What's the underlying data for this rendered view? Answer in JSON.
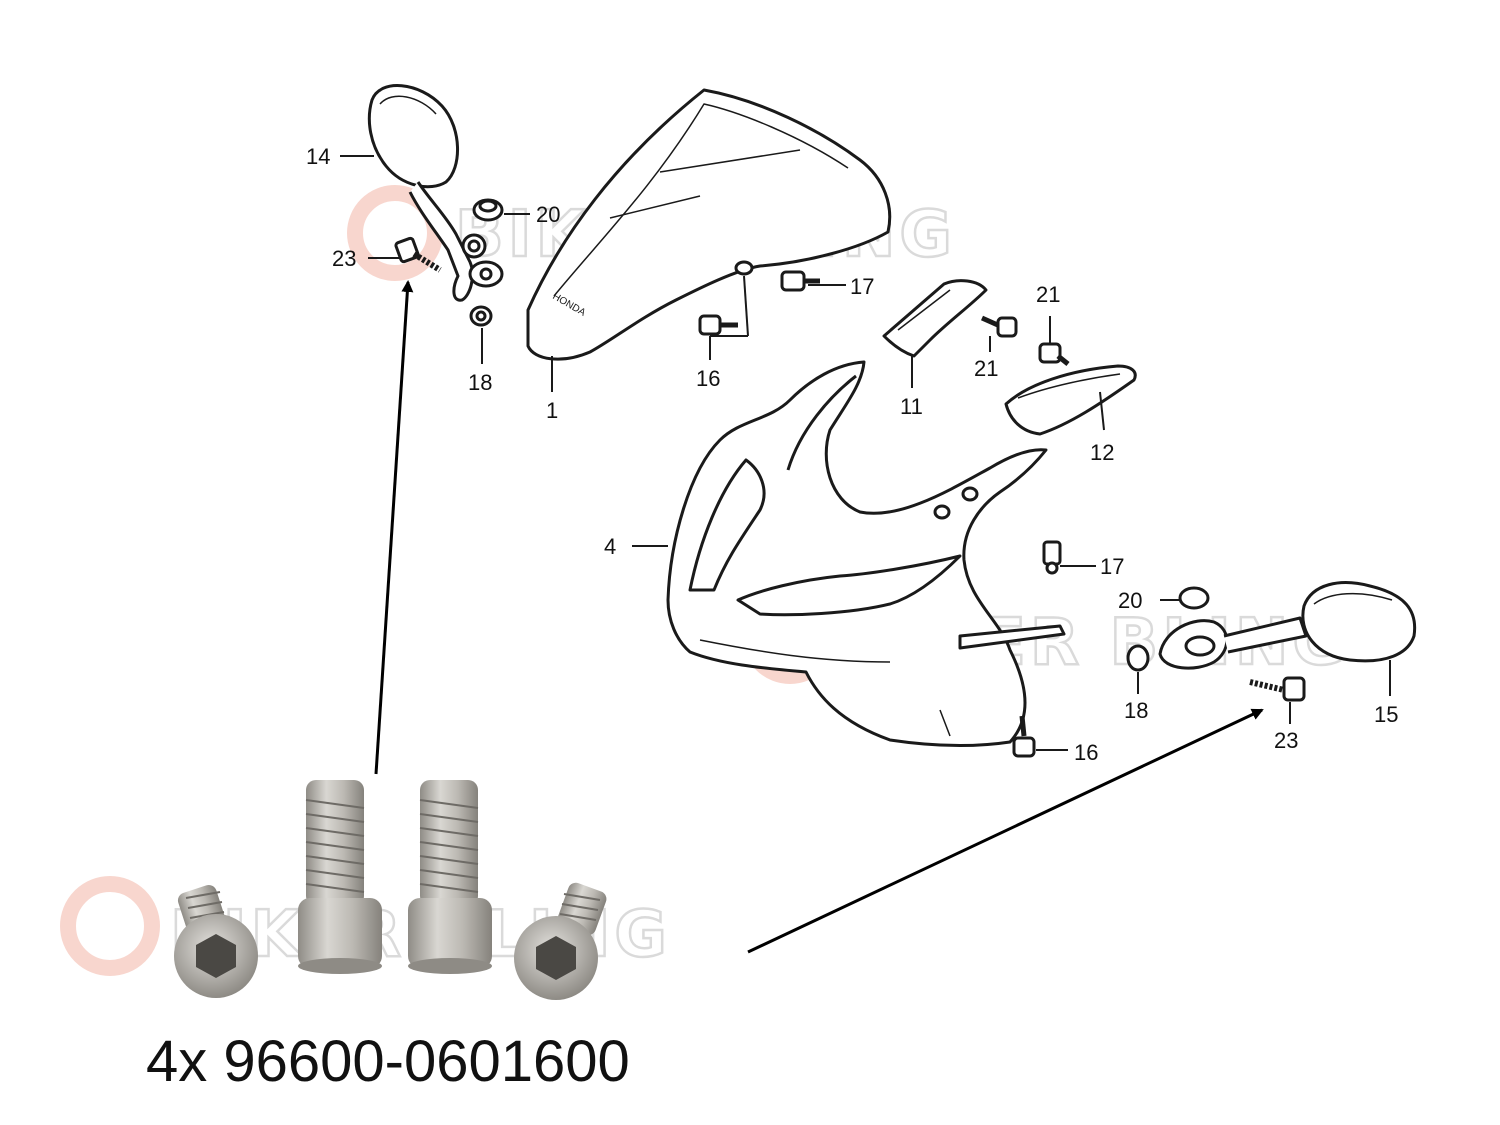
{
  "watermark": {
    "brand_text": "BIKER BLING",
    "color": "#f3b4a5"
  },
  "callouts": {
    "c1": "1",
    "c4": "4",
    "c11": "11",
    "c12": "12",
    "c14": "14",
    "c15": "15",
    "c16a": "16",
    "c16b": "16",
    "c17a": "17",
    "c17b": "17",
    "c18a": "18",
    "c18b": "18",
    "c20a": "20",
    "c20b": "20",
    "c21a": "21",
    "c21b": "21",
    "c23a": "23",
    "c23b": "23"
  },
  "windscreen_brand": "HONDA",
  "caption": "4x 96600-0601600",
  "icons": [
    "mirror-left-icon",
    "mirror-right-icon",
    "bolt-icon",
    "grommet-icon",
    "washer-icon",
    "nut-icon"
  ],
  "colors": {
    "line": "#1a1a1a",
    "steel": "#b7b4ae",
    "arrow": "#000000"
  }
}
